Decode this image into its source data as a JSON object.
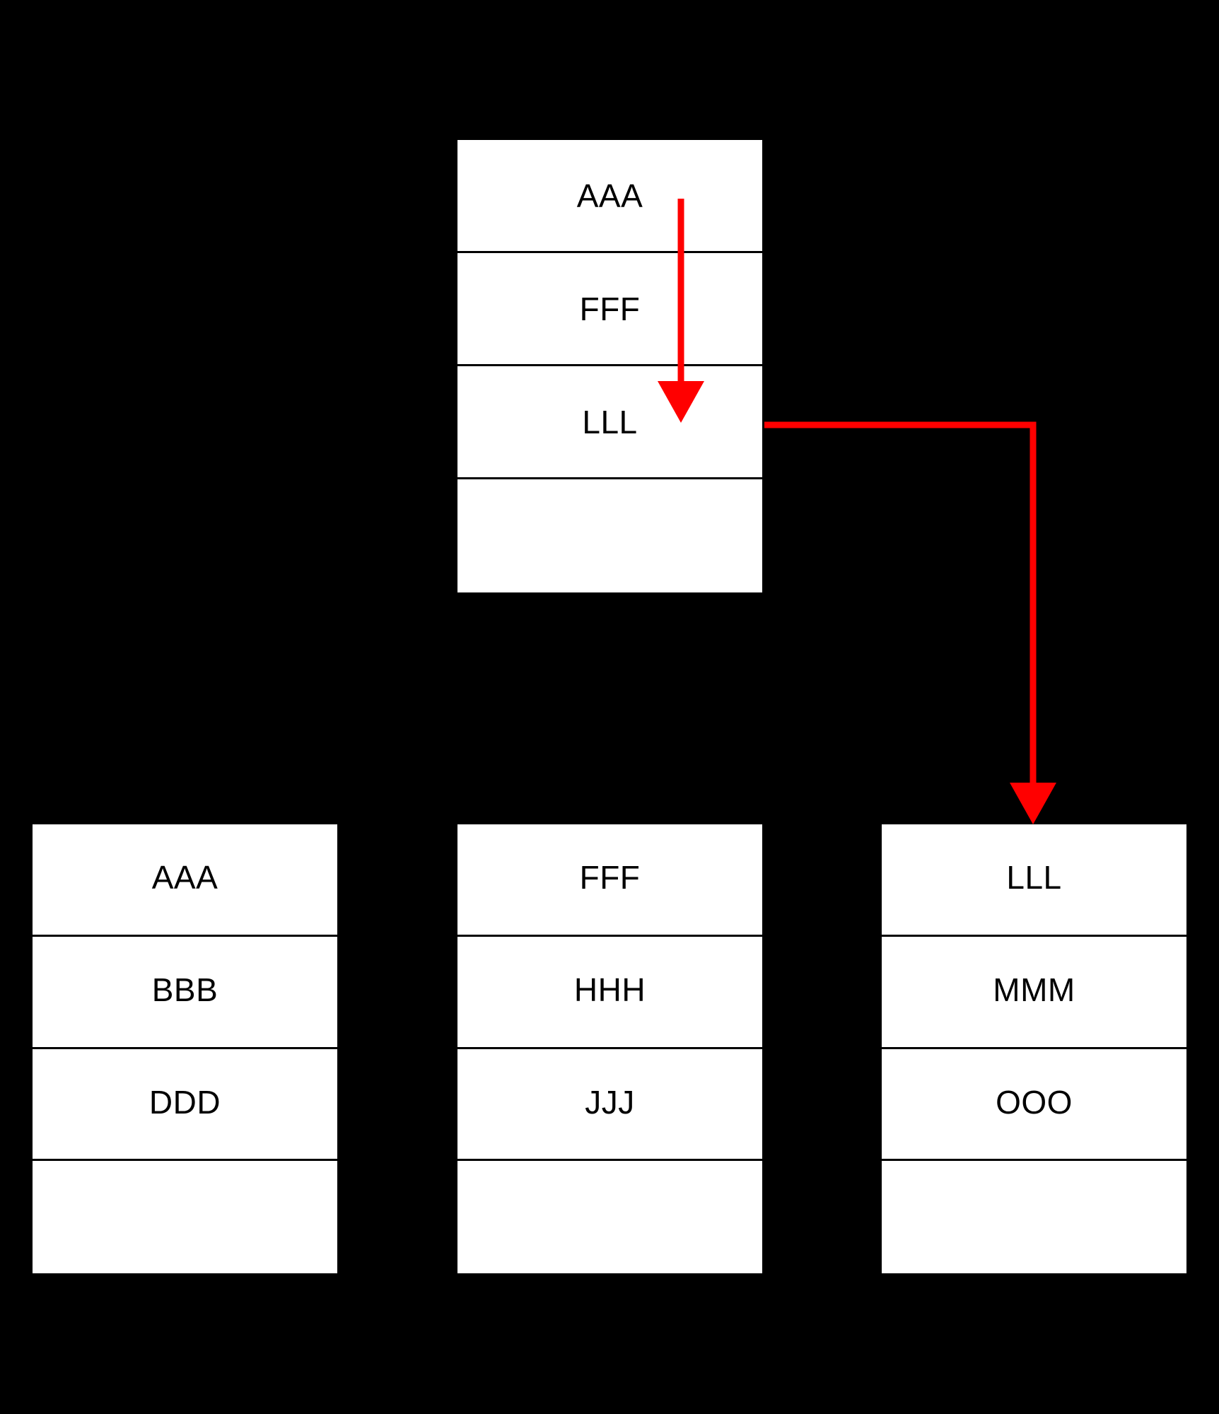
{
  "diagram": {
    "background_color": "#000000",
    "table_fill": "#ffffff",
    "border_color": "#000000",
    "accent_color": "#ff0000",
    "source_table": {
      "name": "source-table",
      "rows": [
        {
          "label": "AAA"
        },
        {
          "label": "FFF"
        },
        {
          "label": "LLL"
        },
        {
          "label": ""
        }
      ]
    },
    "target_tables": [
      {
        "name": "target-table-left",
        "rows": [
          {
            "label": "AAA",
            "highlight": false
          },
          {
            "label": "BBB",
            "highlight": false
          },
          {
            "label": "DDD",
            "highlight": false
          },
          {
            "label": "",
            "highlight": false
          }
        ]
      },
      {
        "name": "target-table-middle",
        "rows": [
          {
            "label": "FFF",
            "highlight": false
          },
          {
            "label": "HHH",
            "highlight": false
          },
          {
            "label": "JJJ",
            "highlight": false
          },
          {
            "label": "",
            "highlight": false
          }
        ]
      },
      {
        "name": "target-table-right",
        "rows": [
          {
            "label": "LLL",
            "highlight": false
          },
          {
            "label": "MMM",
            "highlight": true
          },
          {
            "label": "OOO",
            "highlight": false
          },
          {
            "label": "",
            "highlight": false
          }
        ]
      }
    ],
    "connectors": [
      {
        "name": "arrow-aaa-to-lll",
        "from": "AAA",
        "to": "LLL",
        "color": "#ff0000"
      },
      {
        "name": "arrow-lll-to-target-right",
        "from": "LLL",
        "to": "LLL",
        "color": "#ff0000"
      }
    ]
  }
}
